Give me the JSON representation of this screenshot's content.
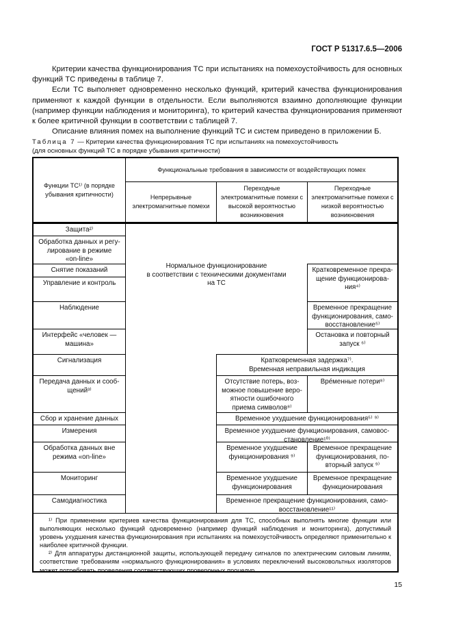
{
  "page": {
    "standard_number": "ГОСТ Р 51317.6.5—2006",
    "number": "15"
  },
  "intro": {
    "p1": "Критерии качества функционирования ТС при испытаниях на помехоустойчивость для основных функций ТС приведены в таблице 7.",
    "p2": "Если ТС выполняет одновременно несколько функций, критерий качества функционирования применяют к каждой функции в отдельности. Если выполняются взаимно дополняющие функции (например функции наблюдения и мониторинга), то критерий качества функционирования применяют к более критичной функции в соответствии с таблицей 7.",
    "p3": "Описание влияния помех на выполнение функций ТС и систем приведено в приложении Б."
  },
  "table_caption": {
    "label": "Таблица 7",
    "dash_text": "— Критерии качества функционирования ТС при испытаниях на помехоустойчивость",
    "line2": "(для основных функций ТС в порядке убывания критичности)"
  },
  "table": {
    "header": {
      "functions": "Функции ТС¹⁾ (в порядке\nубывания критичности)",
      "requirements_span": "Функциональные требования в зависимости от воздействующих помех",
      "continuous": "Непрерывные\nэлектромагнитные помехи",
      "transient_high": "Переходные\nэлектромагнитные помехи с\nвысокой вероятностью\nвозникновения",
      "transient_low": "Переходные\nэлектромагнитные помехи с\nнизкой вероятностью\nвозникновения"
    },
    "functions": [
      "Защита²⁾",
      "Обработка данных и регу-\nлирование в режиме\n«on-line»",
      "Снятие показаний",
      "Управление и контроль",
      "Наблюдение",
      "Интерфейс «человек —\nмашина»",
      "Сигнализация",
      "Передача данных и сооб-\nщений³⁾",
      "Сбор и хранение данных",
      "Измерения",
      "Обработка данных вне\nрежима «on-line»",
      "Мониторинг",
      "Самодиагностика"
    ],
    "requirements": {
      "normal": "Нормальное функционирование\nв соответствии с техническими документами\nна ТС",
      "short_interruption": "Кратковременное прекра-\nщение функционирова-\nния⁴⁾",
      "temp_stop_self_recovery": "Временное прекращение\nфункционирования, само-\nвосстановление⁵⁾",
      "stop_restart": "Остановка и повторный\nзапуск ⁶⁾",
      "short_delay": "Кратковременная задержка⁷⁾.\nВременная неправильная индикация",
      "no_loss": "Отсутствие потерь, воз-\nможное повышение веро-\nятности ошибочного\nприема символов⁸⁾",
      "temp_loss": "Вре́менные потери⁸⁾",
      "temp_degradation_5_9": "Временное ухудшение функционирования⁵⁾ ⁹⁾",
      "temp_degradation_recovery_10": "Временное ухудшение функционирования, самовос-\nстановление¹⁰⁾",
      "temp_degradation_9": "Временное ухудшение\nфункционирования ⁹⁾",
      "temp_stop_restart_9": "Временное прекращение\nфункционирования, по-\nвторный запуск ⁹⁾",
      "temp_degradation": "Временное ухудшение\nфункционирования",
      "temp_stop": "Временное прекращение\nфункционирования",
      "temp_stop_self_recovery_11": "Временное прекращение функционирования, само-\nвосстановление¹¹⁾"
    },
    "footnotes": {
      "fn1": "¹⁾ При применении критериев качества функционирования для ТС, способных выполнять многие функции или выполняющих несколько функций одновременно (например функций наблюдения и мониторинга), допустимый уровень ухудшения качества функционирования при испытаниях на помехоустойчивость определяют применительно к наиболее критичной функции.",
      "fn2": "²⁾ Для аппаратуры дистанционной защиты, использующей передачу сигналов по электрическим силовым линиям, соответствие требованиям «нормального функционирования» в условиях переключений высоковольтных изоляторов может потребовать проведения соответствующих проверочных процедур."
    }
  }
}
